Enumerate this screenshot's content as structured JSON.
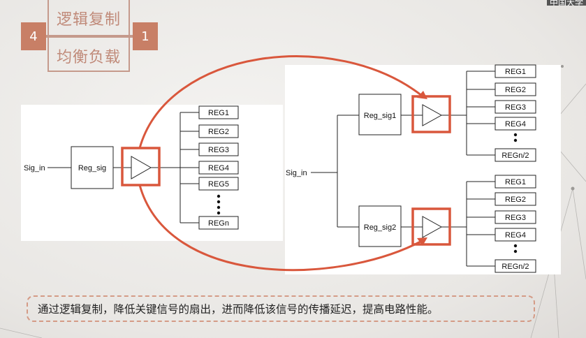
{
  "title": {
    "left_number": "4",
    "right_number": "1",
    "top": "逻辑复制",
    "bottom": "均衡负载"
  },
  "corner_text": "中国大学",
  "left_diagram": {
    "input": "Sig_in",
    "reg_sig": "Reg_sig",
    "registers": [
      "REG1",
      "REG2",
      "REG3",
      "REG4",
      "REG5",
      "REGn"
    ]
  },
  "right_diagram": {
    "input": "Sig_in",
    "reg_sig1": "Reg_sig1",
    "reg_sig2": "Reg_sig2",
    "registers_top": [
      "REG1",
      "REG2",
      "REG3",
      "REG4",
      "REGn/2"
    ],
    "registers_bottom": [
      "REG1",
      "REG2",
      "REG3",
      "REG4",
      "REGn/2"
    ]
  },
  "caption": "通过逻辑复制，降低关键信号的扇出，进而降低该信号的传播延迟，提高电路性能。",
  "colors": {
    "accent": "#d9573c",
    "title": "#c08a79",
    "number_bg": "#c87f66"
  }
}
